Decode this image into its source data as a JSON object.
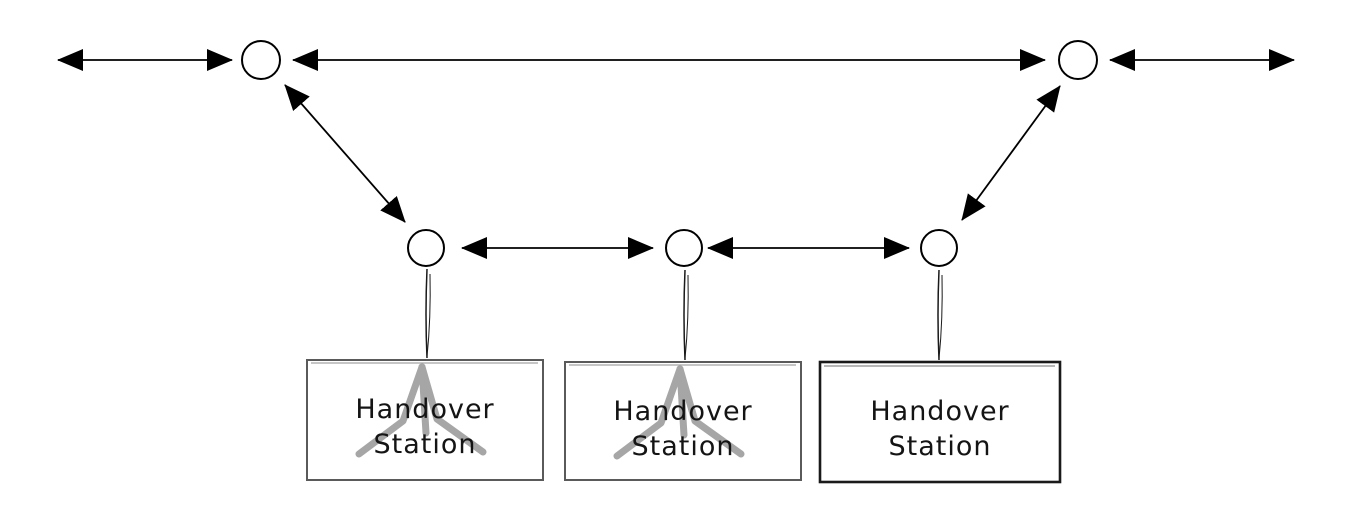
{
  "diagram": {
    "type": "hand-drawn network topology sketch",
    "background_color": "#ffffff",
    "line_color": "#000000",
    "node_fill_color": "#ffffff",
    "node_stroke_color": "#000000",
    "antenna_icon_color": "#a6a6a6",
    "gray_box_border_color": "#5a5a5a",
    "black_box_border_color": "#1a1a1a",
    "nodes": [
      {
        "id": "backbone-node-left"
      },
      {
        "id": "backbone-node-right"
      },
      {
        "id": "access-node-1"
      },
      {
        "id": "access-node-2"
      },
      {
        "id": "access-node-3"
      }
    ],
    "links": [
      {
        "type": "double-arrow",
        "from": "external-left",
        "to": "backbone-node-left"
      },
      {
        "type": "double-arrow",
        "from": "backbone-node-left",
        "to": "backbone-node-right"
      },
      {
        "type": "double-arrow",
        "from": "backbone-node-right",
        "to": "external-right"
      },
      {
        "type": "double-arrow",
        "from": "backbone-node-left",
        "to": "access-node-1"
      },
      {
        "type": "double-arrow",
        "from": "backbone-node-right",
        "to": "access-node-3"
      },
      {
        "type": "double-arrow",
        "from": "access-node-1",
        "to": "access-node-2"
      },
      {
        "type": "double-arrow",
        "from": "access-node-2",
        "to": "access-node-3"
      },
      {
        "type": "plain-line",
        "from": "access-node-1",
        "to": "station-1"
      },
      {
        "type": "plain-line",
        "from": "access-node-2",
        "to": "station-2"
      },
      {
        "type": "plain-line",
        "from": "access-node-3",
        "to": "station-3"
      }
    ],
    "stations": [
      {
        "label_line1": "Handover",
        "label_line2": "Station",
        "border_color": "#5a5a5a",
        "has_antenna_icon": true
      },
      {
        "label_line1": "Handover",
        "label_line2": "Station",
        "border_color": "#5a5a5a",
        "has_antenna_icon": true
      },
      {
        "label_line1": "Handover",
        "label_line2": "Station",
        "border_color": "#1a1a1a",
        "has_antenna_icon": false
      }
    ]
  }
}
